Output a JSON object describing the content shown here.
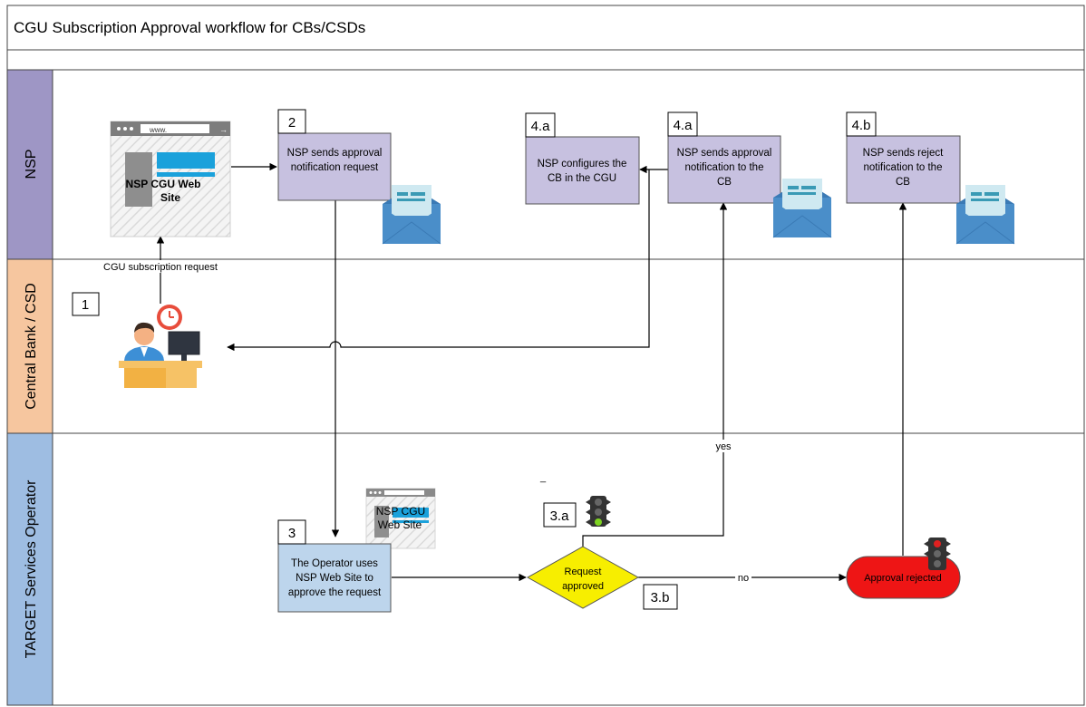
{
  "title": "CGU Subscription Approval workflow for CBs/CSDs",
  "lanes": [
    "NSP",
    "Central Bank / CSD",
    "TARGET Services Operator"
  ],
  "website": {
    "url": "www.",
    "label_line1": "NSP CGU Web",
    "label_line2": "Site"
  },
  "website_small": {
    "label_line1": "NSP CGU",
    "label_line2": "Web Site"
  },
  "step_numbers": {
    "s1": "1",
    "s2": "2",
    "s3": "3",
    "s3a": "3.a",
    "s3b": "3.b",
    "s4a_left": "4.a",
    "s4a_right": "4.a",
    "s4b": "4.b"
  },
  "boxes": {
    "nsp_request": [
      "NSP sends approval",
      "notification request"
    ],
    "configure": [
      "NSP configures the",
      "CB in the CGU"
    ],
    "approval_notif": [
      "NSP sends approval",
      "notification to the",
      "CB"
    ],
    "reject_notif": [
      "NSP sends reject",
      "notification to the",
      "CB"
    ],
    "operator": [
      "The Operator uses",
      "NSP Web Site to",
      "approve the request"
    ]
  },
  "decision": [
    "Request",
    "approved"
  ],
  "rejected": "Approval rejected",
  "labels": {
    "subscription_request": "CGU subscription request",
    "yes": "yes",
    "no": "no",
    "dash": "_"
  },
  "colors": {
    "nsp_lane": "#9e96c5",
    "cb_lane": "#f6c69f",
    "op_lane": "#9ebde2",
    "nsp_box": "#c7c1e0",
    "op_box": "#bdd5ec",
    "decision": "#f7ee00",
    "rejected": "#ee1515",
    "envelope": "#4a8ec9",
    "envelope_card": "#cfe9f1"
  }
}
